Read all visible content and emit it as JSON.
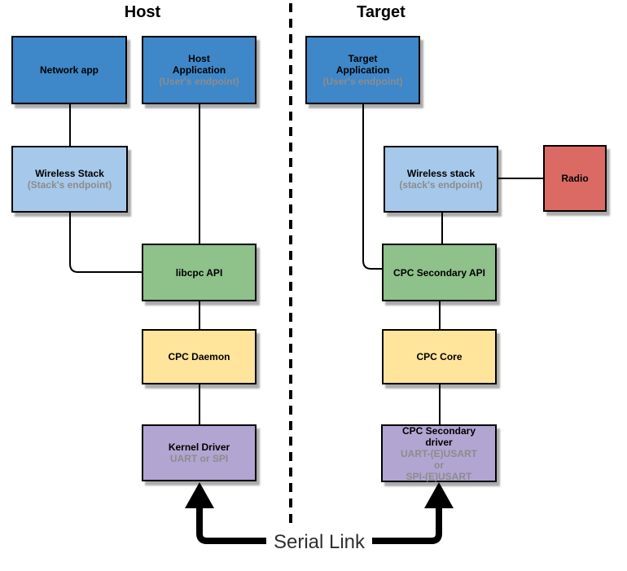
{
  "titles": {
    "host": "Host",
    "target": "Target"
  },
  "serial_link": {
    "label": "Serial Link"
  },
  "colors": {
    "application_blue": "#3E87C8",
    "stack_light_blue": "#A6C8EA",
    "api_green": "#8FC18B",
    "core_yellow": "#FFE49C",
    "driver_purple": "#B2A5D2",
    "radio_red": "#DB6A65",
    "sublabel_gray": "#8C8C8C",
    "connector_black": "#000000",
    "shadow_gray": "#A6A6A6"
  },
  "nodes": {
    "network_app": {
      "label": "Network app",
      "color": "#3E87C8"
    },
    "host_application": {
      "label": "Host\nApplication",
      "sublabel": "(User's endpoint)",
      "color": "#3E87C8"
    },
    "wireless_stack_host": {
      "label": "Wireless Stack",
      "sublabel": "(Stack's endpoint)",
      "color": "#A6C8EA"
    },
    "libcpc_api": {
      "label": "libcpc API",
      "color": "#8FC18B"
    },
    "cpc_daemon": {
      "label": "CPC Daemon",
      "color": "#FFE49C"
    },
    "kernel_driver": {
      "label": "Kernel Driver",
      "sublabel": "UART or SPI",
      "color": "#B2A5D2"
    },
    "target_application": {
      "label": "Target\nApplication",
      "sublabel": "(User's endpoint)",
      "color": "#3E87C8"
    },
    "wireless_stack_target": {
      "label": "Wireless stack",
      "sublabel": "(stack's endpoint)",
      "color": "#A6C8EA"
    },
    "radio": {
      "label": "Radio",
      "color": "#DB6A65"
    },
    "cpc_secondary_api": {
      "label": "CPC Secondary API",
      "color": "#8FC18B"
    },
    "cpc_core": {
      "label": "CPC Core",
      "color": "#FFE49C"
    },
    "cpc_secondary_driver": {
      "label": "CPC Secondary\ndriver",
      "sublabel": "UART-(E)USART\nor\nSPI-(E)USART",
      "color": "#B2A5D2"
    }
  },
  "edges": [
    {
      "from": "network_app",
      "to": "wireless_stack_host"
    },
    {
      "from": "host_application",
      "to": "libcpc_api"
    },
    {
      "from": "wireless_stack_host",
      "to": "libcpc_api"
    },
    {
      "from": "libcpc_api",
      "to": "cpc_daemon"
    },
    {
      "from": "cpc_daemon",
      "to": "kernel_driver"
    },
    {
      "from": "target_application",
      "to": "cpc_secondary_api"
    },
    {
      "from": "wireless_stack_target",
      "to": "cpc_secondary_api"
    },
    {
      "from": "wireless_stack_target",
      "to": "radio"
    },
    {
      "from": "cpc_secondary_api",
      "to": "cpc_core"
    },
    {
      "from": "cpc_core",
      "to": "cpc_secondary_driver"
    },
    {
      "from": "kernel_driver",
      "to": "cpc_secondary_driver",
      "label": "Serial Link",
      "type": "double-arrow"
    }
  ]
}
